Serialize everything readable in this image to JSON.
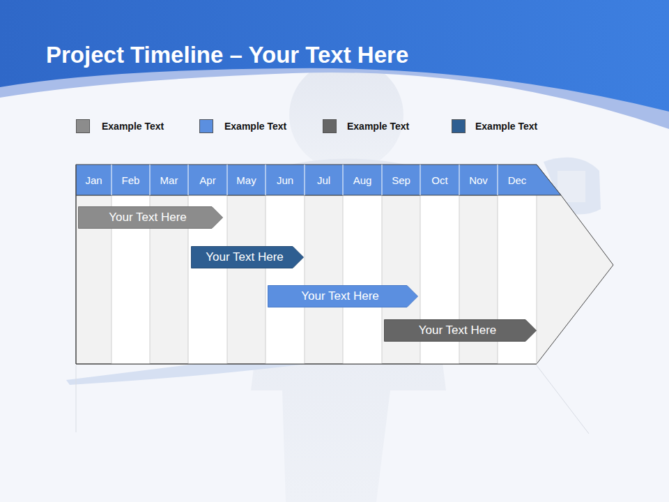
{
  "diagram": {
    "title": "Project Timeline – Your Text Here",
    "nodes": [
      {
        "text": [
          "Your  Text Here"
        ]
      },
      {
        "text": [
          "Your  Text Here"
        ]
      },
      {
        "text": [
          "Your  Text Here"
        ]
      },
      {
        "text": [
          "Your  Text Here"
        ]
      }
    ],
    "labels": [
      "Jan",
      "Feb",
      "Mar",
      "Apr",
      "May",
      "Jun",
      "Jul",
      "Aug",
      "Sep",
      "Oct",
      "Nov",
      "Dec"
    ],
    "legend": [
      {
        "text": "Example Text",
        "color": "#8c8c8c"
      },
      {
        "text": "Example Text",
        "color": "#5b8fe0"
      },
      {
        "text": "Example Text",
        "color": "#666666"
      },
      {
        "text": "Example Text",
        "color": "#2e5e91"
      }
    ]
  }
}
